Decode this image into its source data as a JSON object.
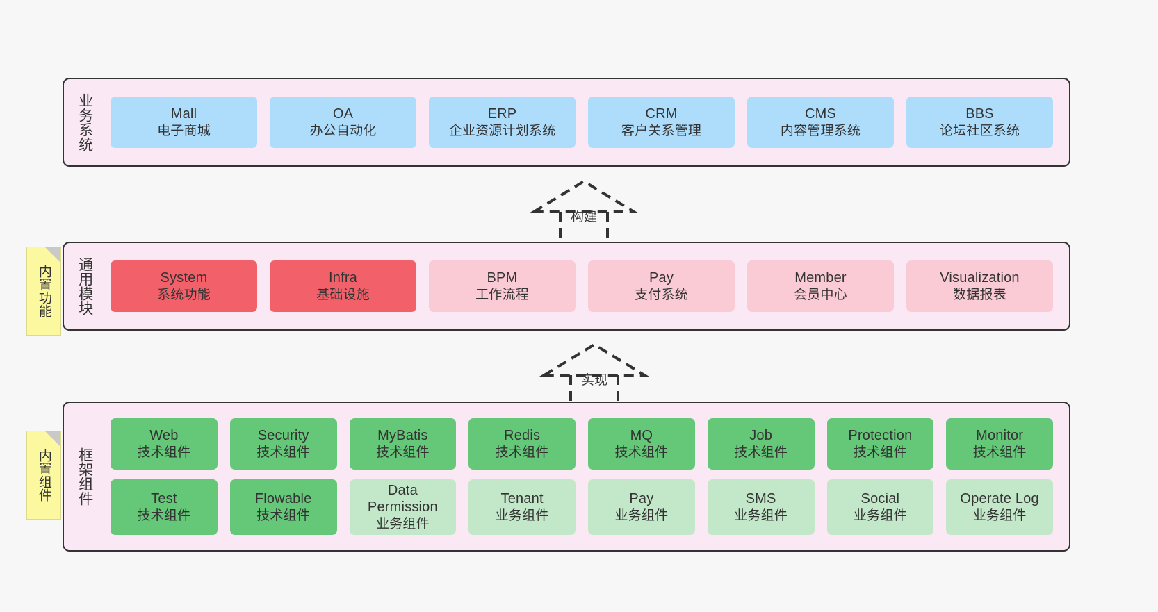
{
  "canvas": {
    "background": "#f7f7f7",
    "band_fill": "#fae9f4",
    "band_stroke": "#333333",
    "note_fill": "#fbf8a0",
    "note_fold": "#c9c9c9",
    "colors": {
      "blue": "#adddfb",
      "red": "#f2616a",
      "pink": "#fbcbd5",
      "green": "#64c878",
      "light_green": "#c3e8c9"
    }
  },
  "layers": [
    {
      "id": "business-systems",
      "title": "业务系统",
      "nodes": [
        {
          "name": "Mall",
          "desc": "电子商城",
          "color": "blue"
        },
        {
          "name": "OA",
          "desc": "办公自动化",
          "color": "blue"
        },
        {
          "name": "ERP",
          "desc": "企业资源计划系统",
          "color": "blue"
        },
        {
          "name": "CRM",
          "desc": "客户关系管理",
          "color": "blue"
        },
        {
          "name": "CMS",
          "desc": "内容管理系统",
          "color": "blue"
        },
        {
          "name": "BBS",
          "desc": "论坛社区系统",
          "color": "blue"
        }
      ]
    },
    {
      "id": "common-modules",
      "title": "通用模块",
      "note": "内置功能",
      "nodes": [
        {
          "name": "System",
          "desc": "系统功能",
          "color": "red"
        },
        {
          "name": "Infra",
          "desc": "基础设施",
          "color": "red"
        },
        {
          "name": "BPM",
          "desc": "工作流程",
          "color": "pink"
        },
        {
          "name": "Pay",
          "desc": "支付系统",
          "color": "pink"
        },
        {
          "name": "Member",
          "desc": "会员中心",
          "color": "pink"
        },
        {
          "name": "Visualization",
          "desc": "数据报表",
          "color": "pink"
        }
      ]
    },
    {
      "id": "framework-components",
      "title": "框架组件",
      "note": "内置组件",
      "rows": [
        [
          {
            "name": "Web",
            "desc": "技术组件",
            "color": "green"
          },
          {
            "name": "Security",
            "desc": "技术组件",
            "color": "green"
          },
          {
            "name": "MyBatis",
            "desc": "技术组件",
            "color": "green"
          },
          {
            "name": "Redis",
            "desc": "技术组件",
            "color": "green"
          },
          {
            "name": "MQ",
            "desc": "技术组件",
            "color": "green"
          },
          {
            "name": "Job",
            "desc": "技术组件",
            "color": "green"
          },
          {
            "name": "Protection",
            "desc": "技术组件",
            "color": "green"
          },
          {
            "name": "Monitor",
            "desc": "技术组件",
            "color": "green"
          }
        ],
        [
          {
            "name": "Test",
            "desc": "技术组件",
            "color": "green"
          },
          {
            "name": "Flowable",
            "desc": "技术组件",
            "color": "green"
          },
          {
            "name": "Data Permission",
            "desc": "业务组件",
            "color": "light_green"
          },
          {
            "name": "Tenant",
            "desc": "业务组件",
            "color": "light_green"
          },
          {
            "name": "Pay",
            "desc": "业务组件",
            "color": "light_green"
          },
          {
            "name": "SMS",
            "desc": "业务组件",
            "color": "light_green"
          },
          {
            "name": "Social",
            "desc": "业务组件",
            "color": "light_green"
          },
          {
            "name": "Operate Log",
            "desc": "业务组件",
            "color": "light_green"
          }
        ]
      ]
    }
  ],
  "connectors": [
    {
      "id": "build",
      "label": "构建"
    },
    {
      "id": "implement",
      "label": "实现"
    }
  ]
}
